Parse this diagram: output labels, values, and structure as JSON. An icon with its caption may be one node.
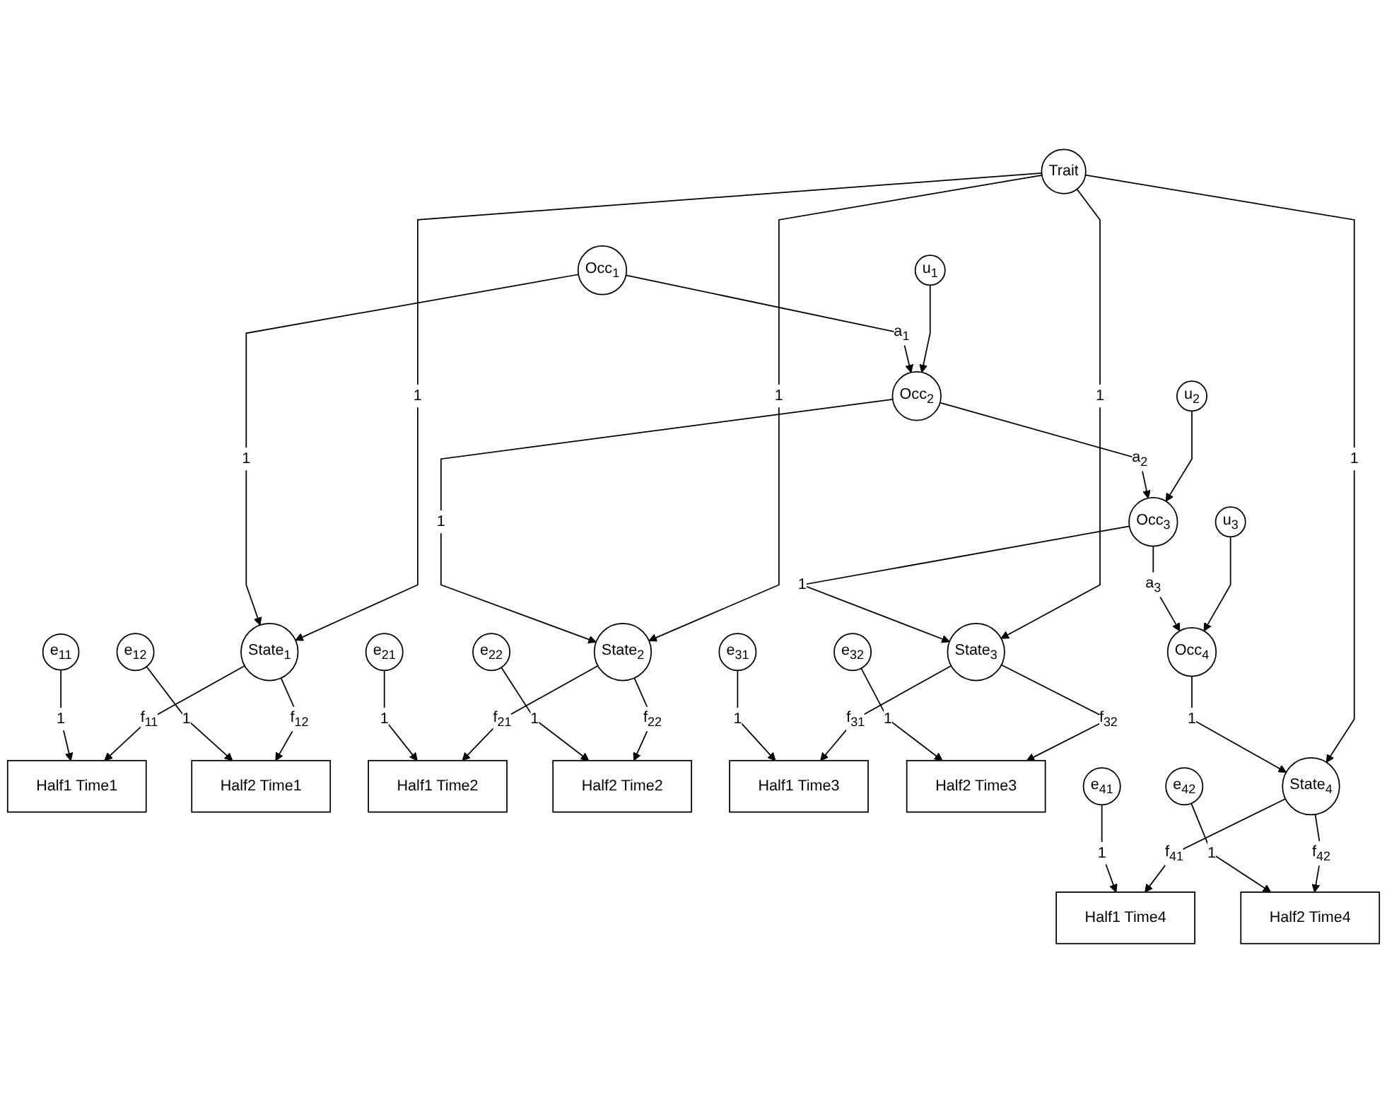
{
  "diagram": {
    "nodes": [
      {
        "text": [
          "Trait"
        ]
      },
      {
        "text": [
          "u$_{1}$"
        ]
      },
      {
        "text": [
          "u$_{2}$"
        ]
      },
      {
        "text": [
          "u$_{3}$"
        ]
      },
      {
        "text": [
          "Occ$_{1}$"
        ]
      },
      {
        "text": [
          "Occ$_{2}$"
        ]
      },
      {
        "text": [
          "Occ$_{3}$"
        ]
      },
      {
        "text": [
          "Occ$_{4}$"
        ]
      },
      {
        "text": [
          "State$_{1}$"
        ]
      },
      {
        "text": [
          "State$_{2}$"
        ]
      },
      {
        "text": [
          "State$_{3}$"
        ]
      },
      {
        "text": [
          "State$_{4}$"
        ]
      },
      {
        "text": [
          "Half1 Time1"
        ]
      },
      {
        "text": [
          "Half2 Time1"
        ]
      },
      {
        "text": [
          "Half1 Time2"
        ]
      },
      {
        "text": [
          "Half2 Time2"
        ]
      },
      {
        "text": [
          "Half1 Time3"
        ]
      },
      {
        "text": [
          "Half2 Time3"
        ]
      },
      {
        "text": [
          "Half1 Time4"
        ]
      },
      {
        "text": [
          "Half2 Time4"
        ]
      },
      {
        "text": [
          "e$_{11}$"
        ]
      },
      {
        "text": [
          "e$_{12}$"
        ]
      },
      {
        "text": [
          "e$_{21}$"
        ]
      },
      {
        "text": [
          "e$_{22}$"
        ]
      },
      {
        "text": [
          "e$_{31}$"
        ]
      },
      {
        "text": [
          "e$_{32}$"
        ]
      },
      {
        "text": [
          "e$_{41}$"
        ]
      },
      {
        "text": [
          "e$_{42}$"
        ]
      }
    ],
    "edges": [
      {
        "from": 0,
        "to": 8,
        "arrow": "to",
        "label": "1"
      },
      {
        "from": 0,
        "to": 9,
        "arrow": "to",
        "label": "1"
      },
      {
        "from": 0,
        "to": 10,
        "arrow": "to",
        "label": "1"
      },
      {
        "from": 0,
        "to": 11,
        "arrow": "to",
        "label": "1"
      },
      {
        "from": 1,
        "to": 5,
        "arrow": "to"
      },
      {
        "from": 2,
        "to": 6,
        "arrow": "to"
      },
      {
        "from": 3,
        "to": 7,
        "arrow": "to"
      },
      {
        "from": 4,
        "to": 5,
        "arrow": "to",
        "label": "a$_{1}$"
      },
      {
        "from": 5,
        "to": 6,
        "arrow": "to",
        "label": "a$_{2}$"
      },
      {
        "from": 6,
        "to": 7,
        "arrow": "to",
        "label": "a$_{3}$"
      },
      {
        "from": 4,
        "to": 8,
        "arrow": "to",
        "label": "1"
      },
      {
        "from": 5,
        "to": 9,
        "arrow": "to",
        "label": "1"
      },
      {
        "from": 6,
        "to": 10,
        "arrow": "to",
        "label": "1"
      },
      {
        "from": 7,
        "to": 11,
        "arrow": "to",
        "label": "1"
      },
      {
        "from": 8,
        "to": 12,
        "arrow": "to",
        "label": "f$_{11}$"
      },
      {
        "from": 8,
        "to": 13,
        "arrow": "to",
        "label": "f$_{12}$"
      },
      {
        "from": 9,
        "to": 14,
        "arrow": "to",
        "label": "f$_{21}$"
      },
      {
        "from": 9,
        "to": 15,
        "arrow": "to",
        "label": "f$_{22}$"
      },
      {
        "from": 10,
        "to": 16,
        "arrow": "to",
        "label": "f$_{31}$"
      },
      {
        "from": 10,
        "to": 17,
        "arrow": "to",
        "label": "f$_{32}$"
      },
      {
        "from": 11,
        "to": 18,
        "arrow": "to",
        "label": "f$_{41}$"
      },
      {
        "from": 11,
        "to": 19,
        "arrow": "to",
        "label": "f$_{42}$"
      },
      {
        "from": 20,
        "to": 12,
        "arrow": "to",
        "label": "1"
      },
      {
        "from": 21,
        "to": 13,
        "arrow": "to",
        "label": "1"
      },
      {
        "from": 22,
        "to": 14,
        "arrow": "to",
        "label": "1"
      },
      {
        "from": 23,
        "to": 15,
        "arrow": "to",
        "label": "1"
      },
      {
        "from": 24,
        "to": 16,
        "arrow": "to",
        "label": "1"
      },
      {
        "from": 25,
        "to": 17,
        "arrow": "to",
        "label": "1"
      },
      {
        "from": 26,
        "to": 18,
        "arrow": "to",
        "label": "1"
      },
      {
        "from": 27,
        "to": 19,
        "arrow": "to",
        "label": "1"
      }
    ]
  }
}
